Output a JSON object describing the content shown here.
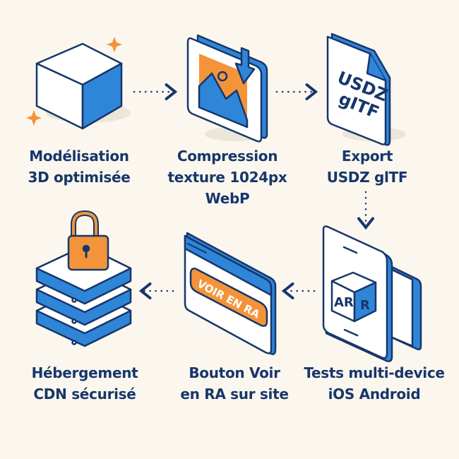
{
  "colors": {
    "background": "#fbf7ee",
    "navy": "#17366b",
    "blue": "#2f86d8",
    "orange": "#f3943a"
  },
  "steps": [
    {
      "lines": [
        "Modélisation",
        "3D optimisée"
      ],
      "icon": "cube-icon"
    },
    {
      "lines": [
        "Compression",
        "texture 1024px",
        "WebP"
      ],
      "icon": "image-download-icon"
    },
    {
      "lines": [
        "Export",
        "USDZ glTF"
      ],
      "icon": "file-icon",
      "icon_text": [
        "USDZ",
        "gITF"
      ]
    },
    {
      "lines": [
        "Tests multi-device",
        "iOS Android"
      ],
      "icon": "phone-ar-icon",
      "icon_text": [
        "AR",
        "R"
      ]
    },
    {
      "lines": [
        "Bouton Voir",
        "en RA sur site"
      ],
      "icon": "browser-button-icon",
      "icon_text": [
        "VOIR EN RA"
      ]
    },
    {
      "lines": [
        "Hébergement",
        "CDN sécurisé"
      ],
      "icon": "server-lock-icon"
    }
  ]
}
